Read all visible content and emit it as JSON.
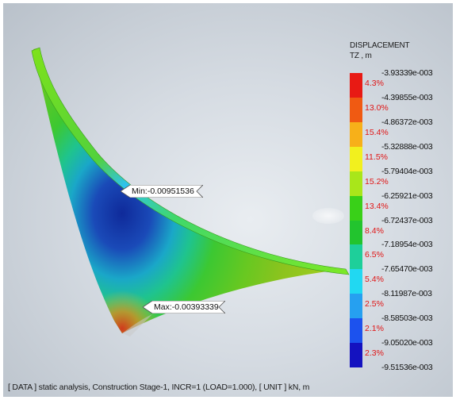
{
  "legend": {
    "title": "DISPLACEMENT",
    "subtitle": "TZ , m",
    "values": [
      "-3.93339e-003",
      "-4.39855e-003",
      "-4.86372e-003",
      "-5.32888e-003",
      "-5.79404e-003",
      "-6.25921e-003",
      "-6.72437e-003",
      "-7.18954e-003",
      "-7.65470e-003",
      "-8.11987e-003",
      "-8.58503e-003",
      "-9.05020e-003",
      "-9.51536e-003"
    ],
    "percents": [
      "4.3%",
      "13.0%",
      "15.4%",
      "11.5%",
      "15.2%",
      "13.4%",
      "8.4%",
      "6.5%",
      "5.4%",
      "2.5%",
      "2.1%",
      "2.3%"
    ],
    "colors": [
      "#e81a14",
      "#f05a12",
      "#f7b019",
      "#f2f01e",
      "#a9e61a",
      "#39d018",
      "#22c42e",
      "#1ecf9a",
      "#21d8f2",
      "#26a0f0",
      "#1c52ee",
      "#1412c0"
    ]
  },
  "markers": {
    "min_label": "Min:-0.00951536",
    "max_label": "Max:-0.00393339"
  },
  "status_bar": {
    "text": "[ DATA ] static analysis,  Construction Stage-1,  INCR=1 (LOAD=1.000),   [ UNIT ]   kN,  m"
  }
}
